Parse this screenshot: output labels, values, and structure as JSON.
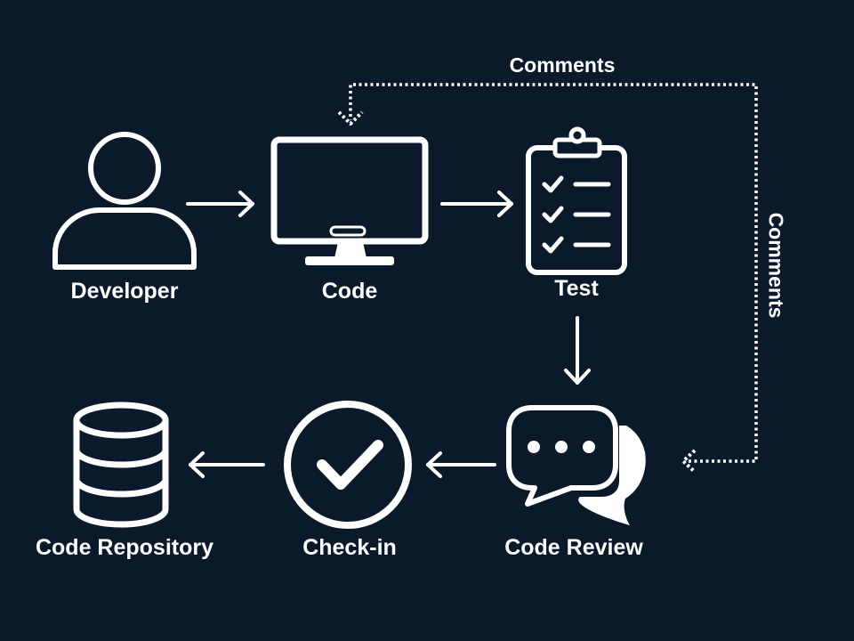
{
  "colors": {
    "background": "#0b1a2b",
    "foreground": "#ffffff"
  },
  "nodes": {
    "developer": {
      "label": "Developer",
      "icon": "person-icon"
    },
    "code": {
      "label": "Code",
      "icon": "monitor-icon"
    },
    "test": {
      "label": "Test",
      "icon": "clipboard-checklist-icon"
    },
    "code_review": {
      "label": "Code Review",
      "icon": "chat-bubbles-icon"
    },
    "check_in": {
      "label": "Check-in",
      "icon": "check-circle-icon"
    },
    "code_repository": {
      "label": "Code Repository",
      "icon": "database-icon"
    }
  },
  "feedback": {
    "top_label": "Comments",
    "side_label": "Comments"
  }
}
